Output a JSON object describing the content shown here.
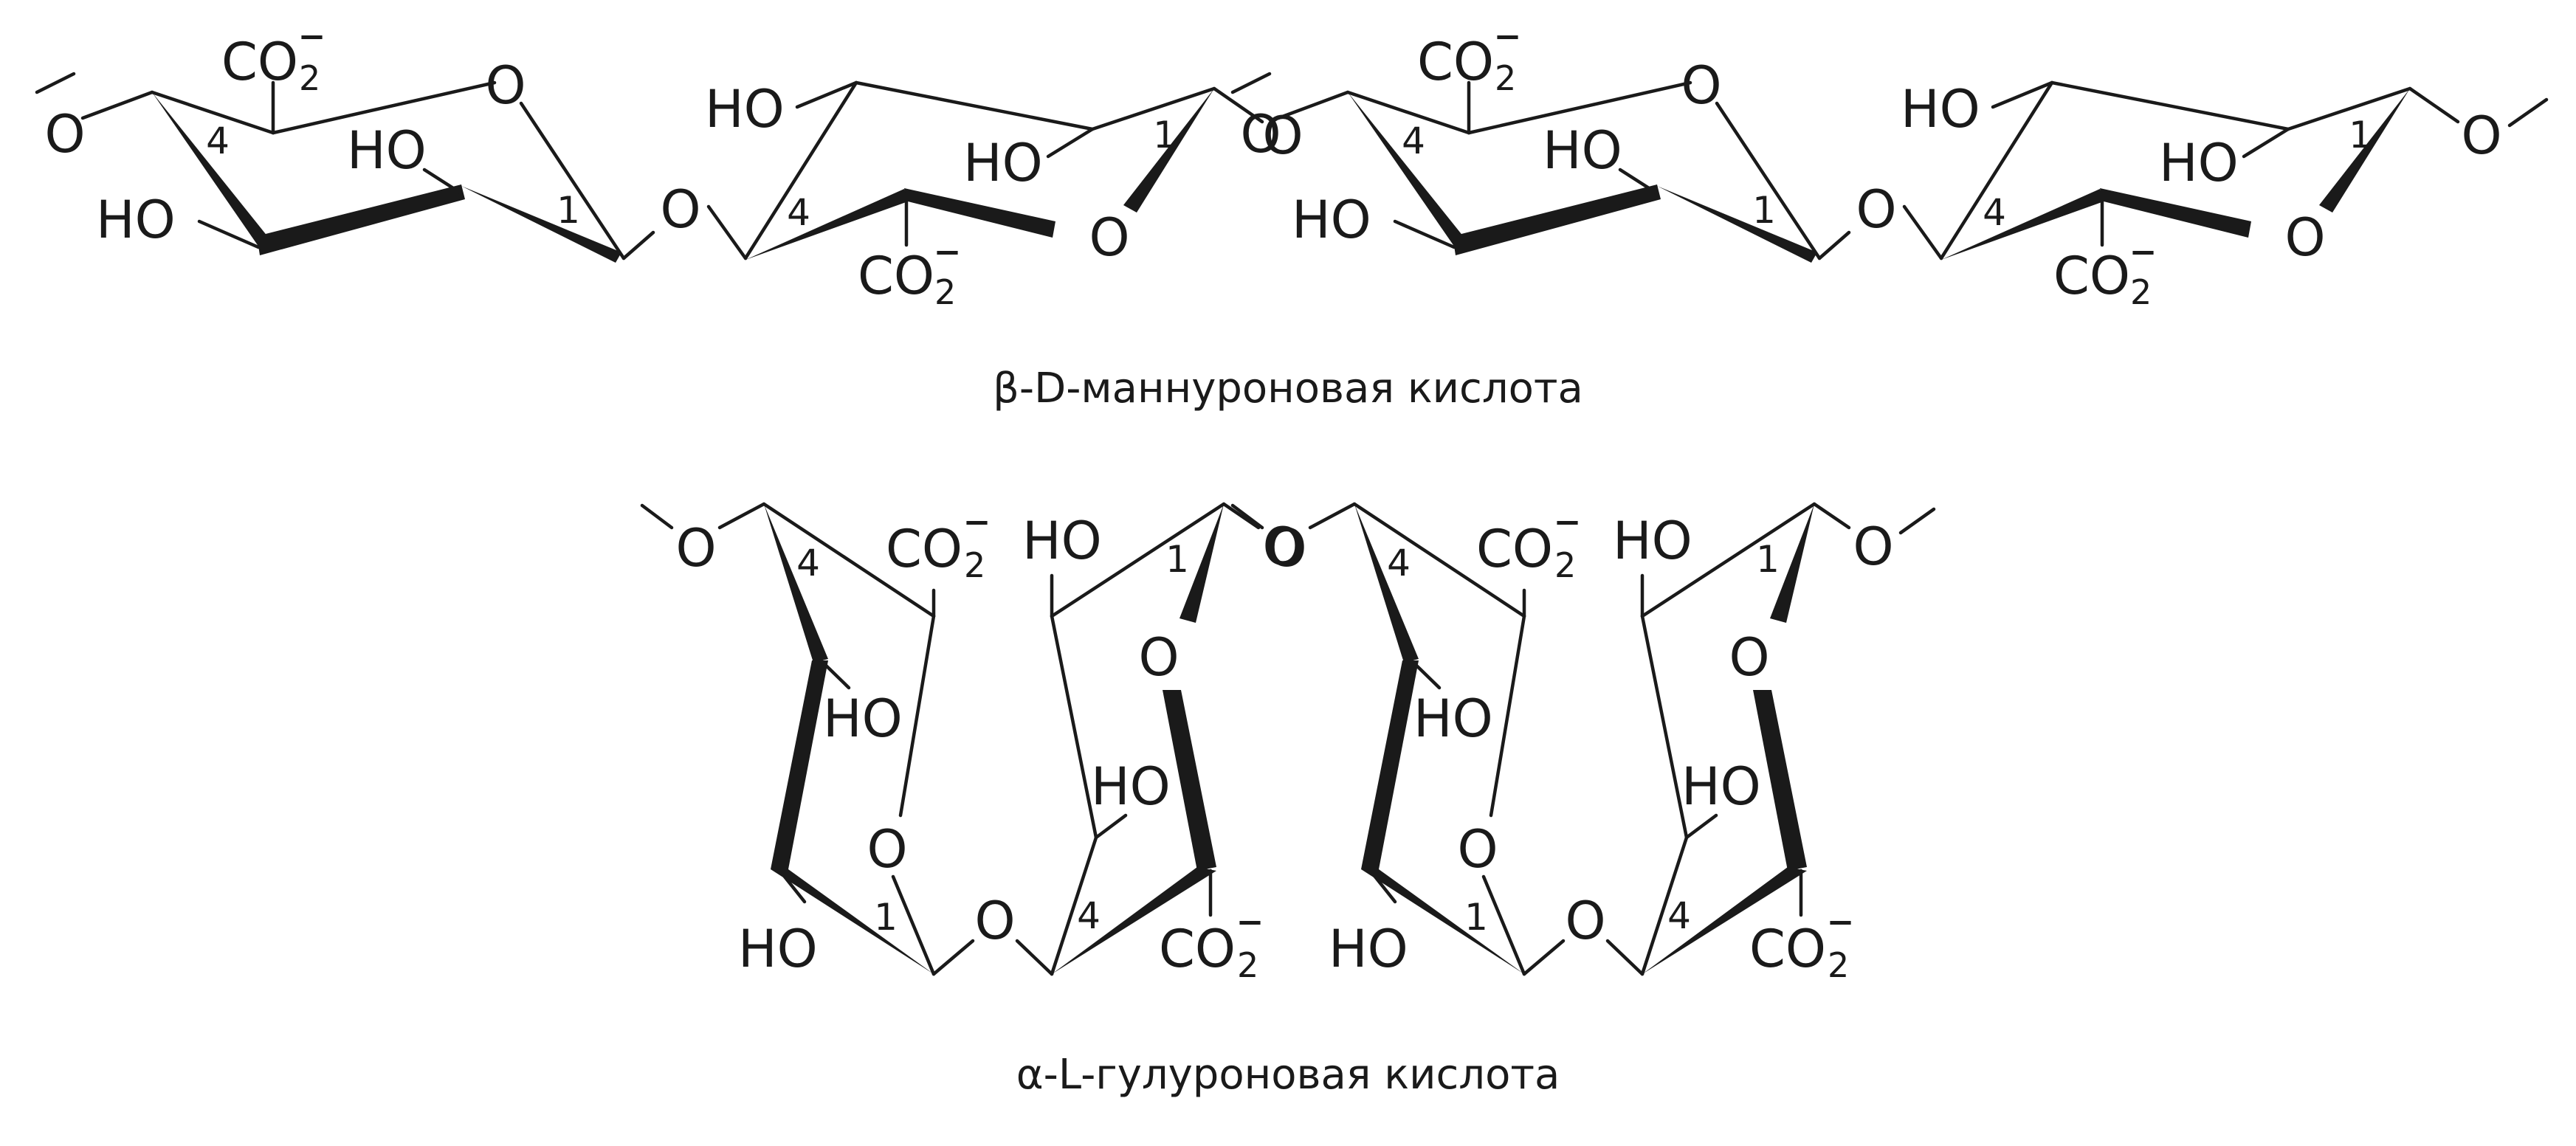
{
  "labels": {
    "hydroxyl": "HO",
    "ring_oxygen": "O",
    "carboxylate_main": "CO",
    "carboxylate_subscript": "2",
    "carboxylate_charge": "–",
    "carbon_1": "1",
    "carbon_4": "4"
  },
  "captions": {
    "top": "β-D-маннуроновая кислота",
    "bottom": "α-L-гулуроновая кислота"
  },
  "colors": {
    "ink": "#1a1a1a",
    "background": "#ffffff"
  }
}
